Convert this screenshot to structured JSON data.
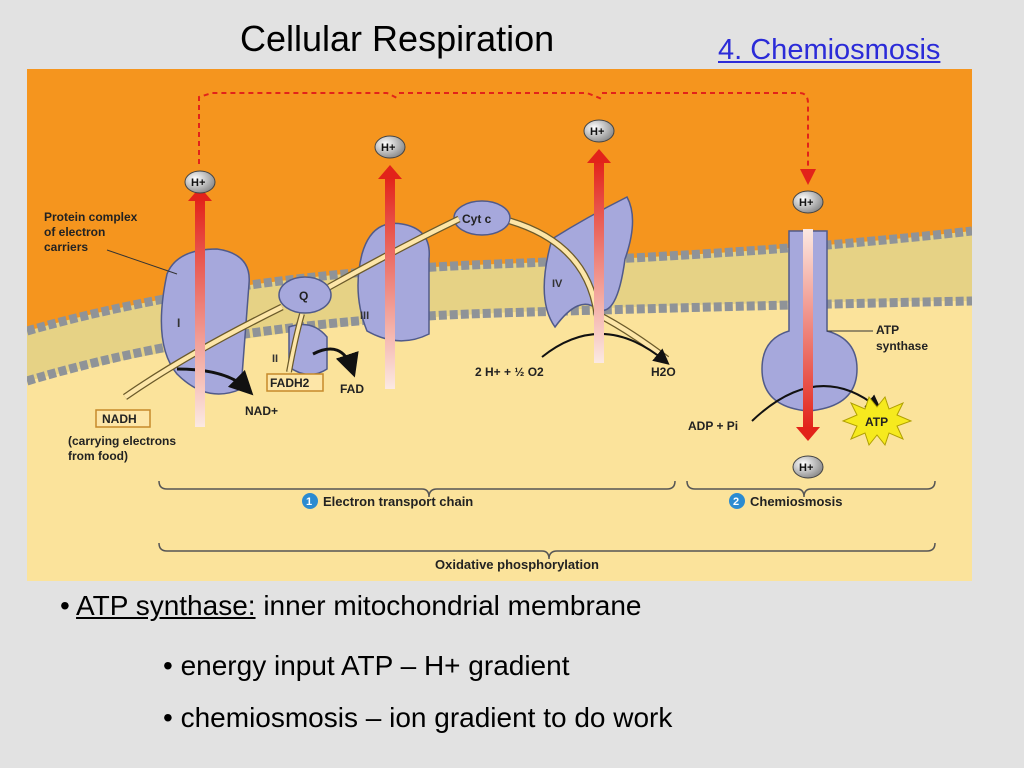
{
  "slide": {
    "title": "Cellular Respiration",
    "section_link": "4. Chemiosmosis"
  },
  "diagram": {
    "labels": {
      "protein_complex_line1": "Protein complex",
      "protein_complex_line2": "of electron",
      "protein_complex_line3": "carriers",
      "complex_I": "I",
      "complex_II": "II",
      "complex_III": "III",
      "complex_IV": "IV",
      "q": "Q",
      "cyt_c": "Cyt c",
      "h_ion": "H+",
      "nadh": "NADH",
      "nad_plus": "NAD+",
      "fadh2": "FADH2",
      "fad": "FAD",
      "carrying_line1": "(carrying electrons",
      "carrying_line2": "from food)",
      "water_reaction_left": "2 H+ + ½ O2",
      "water_product": "H2O",
      "atp_synthase_line1": "ATP",
      "atp_synthase_line2": "synthase",
      "adp_pi": "ADP + Pi",
      "atp": "ATP",
      "etc_number": "1",
      "etc_label": "Electron transport chain",
      "chemiosmosis_number": "2",
      "chemiosmosis_label": "Chemiosmosis",
      "oxidative_phosphorylation": "Oxidative phosphorylation"
    },
    "colors": {
      "intermembrane_space": "#f5951e",
      "matrix": "#fbe39b",
      "membrane_lipid": "#e4cf7e",
      "protein": "#a6a8dc",
      "arrow_h": "#e2231a",
      "box": "#fde6a8",
      "box_border": "#c6892a",
      "atp_star": "#f6ea1e",
      "step_circle": "#2b8bd1"
    }
  },
  "bullets": {
    "b1_term": "ATP synthase:",
    "b1_rest": "inner mitochondrial membrane",
    "b2": "energy input ATP – H+ gradient",
    "b3": "chemiosmosis – ion gradient to do work"
  }
}
